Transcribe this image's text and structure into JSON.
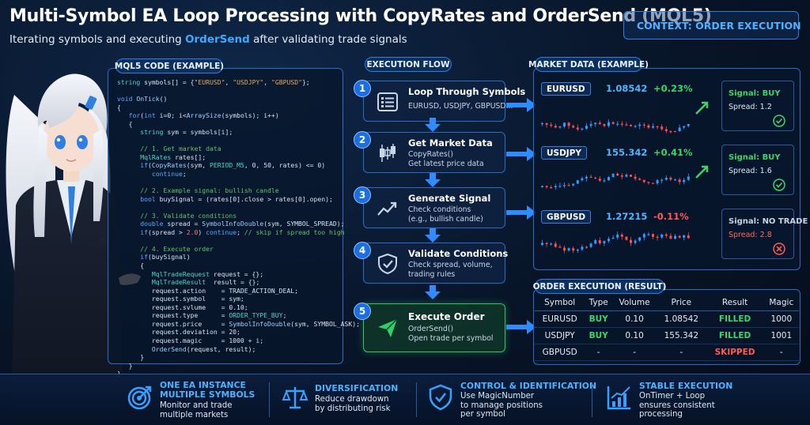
{
  "header": {
    "title": "Multi-Symbol EA Loop Processing with CopyRates and OrderSend (MQL5)",
    "subtitle_pre": "Iterating symbols and executing ",
    "subtitle_highlight": "OrderSend",
    "subtitle_post": " after validating trade signals",
    "context_label": "CONTEXT: ORDER EXECUTION"
  },
  "code_panel": {
    "title": "MQL5 CODE (EXAMPLE)"
  },
  "flow": {
    "title": "EXECUTION FLOW",
    "steps": [
      {
        "num": "1",
        "title": "Loop Through Symbols",
        "desc": "EURUSD, USDJPY, GBPUSD...",
        "icon": "list-icon"
      },
      {
        "num": "2",
        "title": "Get Market Data",
        "desc": "CopyRates()\nGet latest price data",
        "icon": "candlestick-icon"
      },
      {
        "num": "3",
        "title": "Generate Signal",
        "desc": "Check conditions\n(e.g., bullish candle)",
        "icon": "trend-up-icon"
      },
      {
        "num": "4",
        "title": "Validate Conditions",
        "desc": "Check spread, volume,\ntrading rules",
        "icon": "shield-check-icon"
      },
      {
        "num": "5",
        "title": "Execute Order",
        "desc": "OrderSend()\nOpen trade per symbol",
        "icon": "send-icon"
      }
    ]
  },
  "market": {
    "title": "MARKET DATA (EXAMPLE)",
    "rows": [
      {
        "symbol": "EURUSD",
        "price": "1.08542",
        "change": "+0.23%",
        "signal": "Signal: BUY",
        "spread": "Spread: 1.2",
        "signal_color": "#3ed46a"
      },
      {
        "symbol": "USDJPY",
        "price": "155.342",
        "change": "+0.41%",
        "signal": "Signal: BUY",
        "spread": "Spread: 1.6",
        "signal_color": "#3ed46a"
      },
      {
        "symbol": "GBPUSD",
        "price": "1.27215",
        "change": "-0.11%",
        "signal": "Signal: NO TRADE",
        "spread": "Spread: 2.8",
        "signal_color": "#c9d3e0"
      }
    ]
  },
  "orders": {
    "title": "ORDER EXECUTION (RESULT)",
    "columns": [
      "Symbol",
      "Type",
      "Volume",
      "Price",
      "Result",
      "Magic"
    ],
    "rows": [
      [
        "EURUSD",
        "BUY",
        "0.10",
        "1.08542",
        "FILLED",
        "1000"
      ],
      [
        "USDJPY",
        "BUY",
        "0.10",
        "155.342",
        "FILLED",
        "1001"
      ],
      [
        "GBPUSD",
        "-",
        "-",
        "-",
        "SKIPPED",
        "-"
      ]
    ]
  },
  "footer": [
    {
      "title": "ONE EA INSTANCE\nMULTIPLE SYMBOLS",
      "desc": "Monitor and trade\nmultiple markets",
      "icon": "target-icon"
    },
    {
      "title": "DIVERSIFICATION",
      "desc": "Reduce drawdown\nby distributing risk",
      "icon": "balance-scale-icon"
    },
    {
      "title": "CONTROL & IDENTIFICATION",
      "desc": "Use MagicNumber\nto manage positions\nper symbol",
      "icon": "shield-check-icon"
    },
    {
      "title": "STABLE EXECUTION",
      "desc": "OnTimer + Loop\nensures consistent\nprocessing",
      "icon": "chart-growth-icon"
    }
  ],
  "colors": {
    "accent": "#2f7fe0",
    "buy": "#3ed46a",
    "sell": "#ff5a55"
  }
}
